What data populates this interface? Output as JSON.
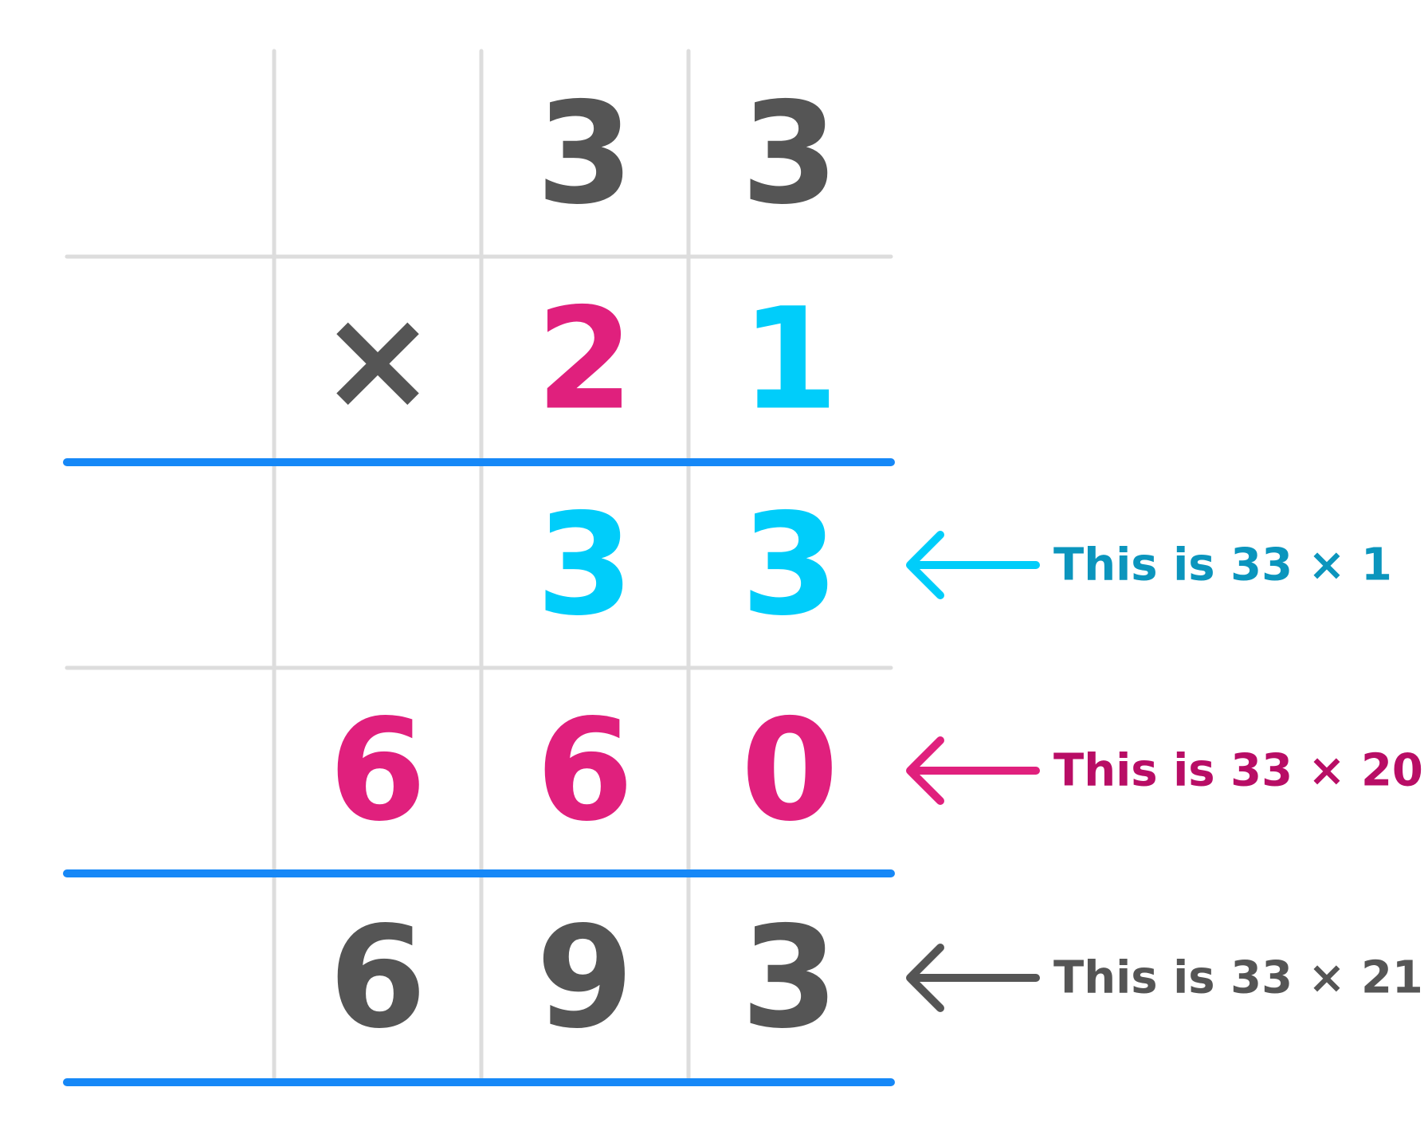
{
  "colors": {
    "grid": "#dddddd",
    "rule": "#1688f7",
    "dark": "#555555",
    "cyan": "#00cdfa",
    "magenta": "#e0207d",
    "teal_text": "#0b95bd",
    "crimson_text": "#b80d65",
    "gray_text": "#555555"
  },
  "rows": [
    {
      "cells": [
        "",
        "",
        "3",
        "3"
      ],
      "color": "dark"
    },
    {
      "cells": [
        "",
        "×",
        "2",
        "1"
      ],
      "colors": [
        "dark",
        "dark",
        "magenta",
        "cyan"
      ]
    },
    {
      "cells": [
        "",
        "",
        "3",
        "3"
      ],
      "color": "cyan",
      "annotation": {
        "text": "This is 33 × 1",
        "color": "teal_text",
        "arrow_color": "cyan"
      }
    },
    {
      "cells": [
        "",
        "6",
        "6",
        "0"
      ],
      "color": "magenta",
      "annotation": {
        "text": "This is 33 × 20",
        "color": "crimson_text",
        "arrow_color": "magenta"
      }
    },
    {
      "cells": [
        "",
        "6",
        "9",
        "3"
      ],
      "color": "dark",
      "annotation": {
        "text": "This is 33 × 21",
        "color": "gray_text",
        "arrow_color": "dark"
      }
    }
  ],
  "icons": {
    "arrow": "left-arrow-icon"
  }
}
